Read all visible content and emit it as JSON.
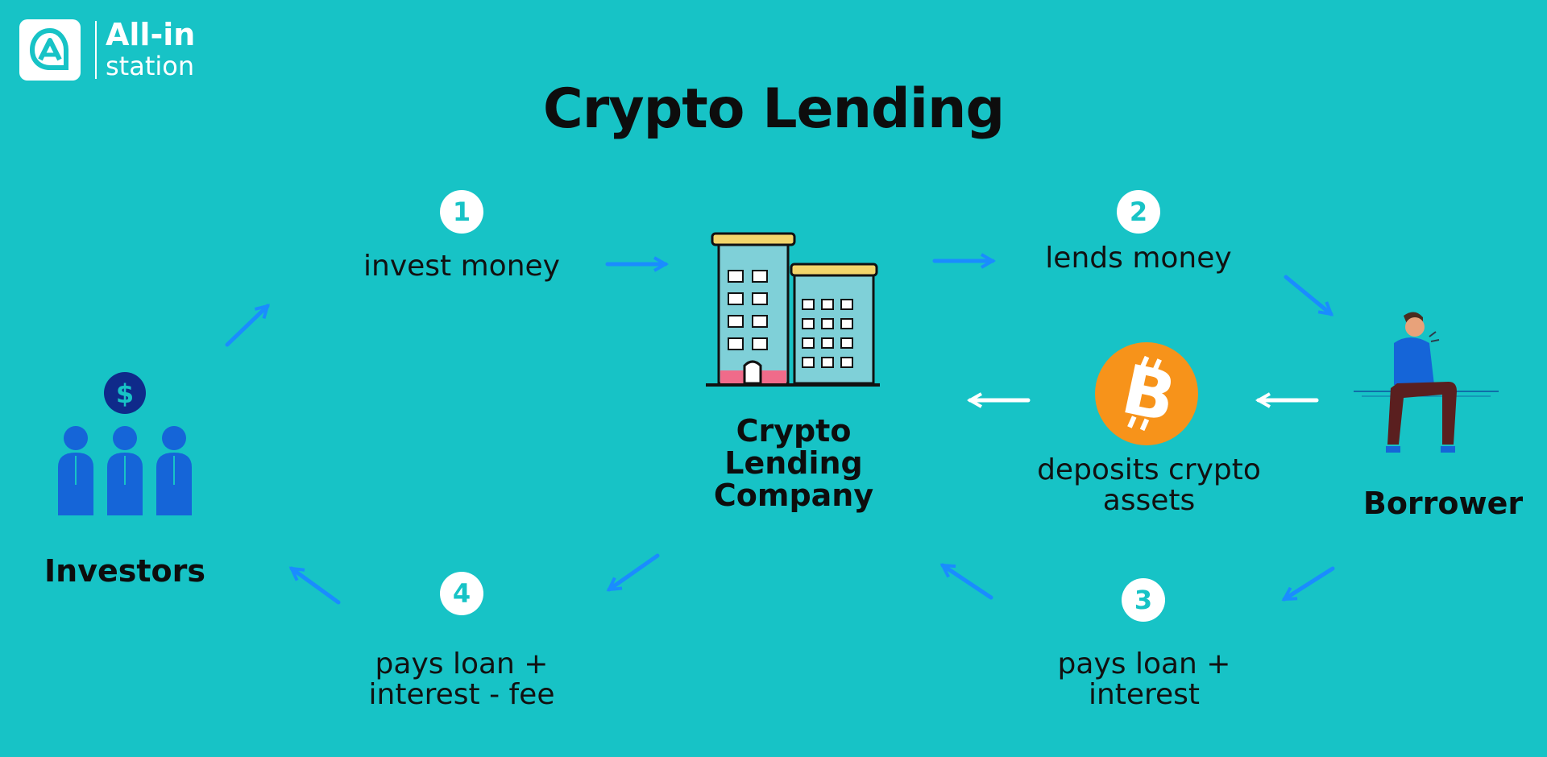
{
  "logo": {
    "line1": "All-in",
    "line2": "station"
  },
  "title": "Crypto Lending",
  "nodes": {
    "investors": "Investors",
    "company": [
      "Crypto",
      "Lending",
      "Company"
    ],
    "borrower": "Borrower"
  },
  "steps": [
    {
      "number": "1",
      "label": [
        "invest money"
      ]
    },
    {
      "number": "2",
      "label": [
        "lends money"
      ]
    },
    {
      "number": "3",
      "label": [
        "pays loan +",
        "interest"
      ]
    },
    {
      "number": "4",
      "label": [
        "pays loan +",
        "interest - fee"
      ]
    }
  ],
  "deposit_label": [
    "deposits crypto",
    "assets"
  ],
  "icons": {
    "coin": "dollar-coin-icon",
    "bitcoin": "bitcoin-icon"
  },
  "colors": {
    "background": "#17c3c6",
    "arrow_blue": "#1a8cff",
    "arrow_white": "#ffffff",
    "people_blue": "#1565d8",
    "coin_navy": "#0f2a8a",
    "bitcoin_orange": "#f7931a"
  }
}
